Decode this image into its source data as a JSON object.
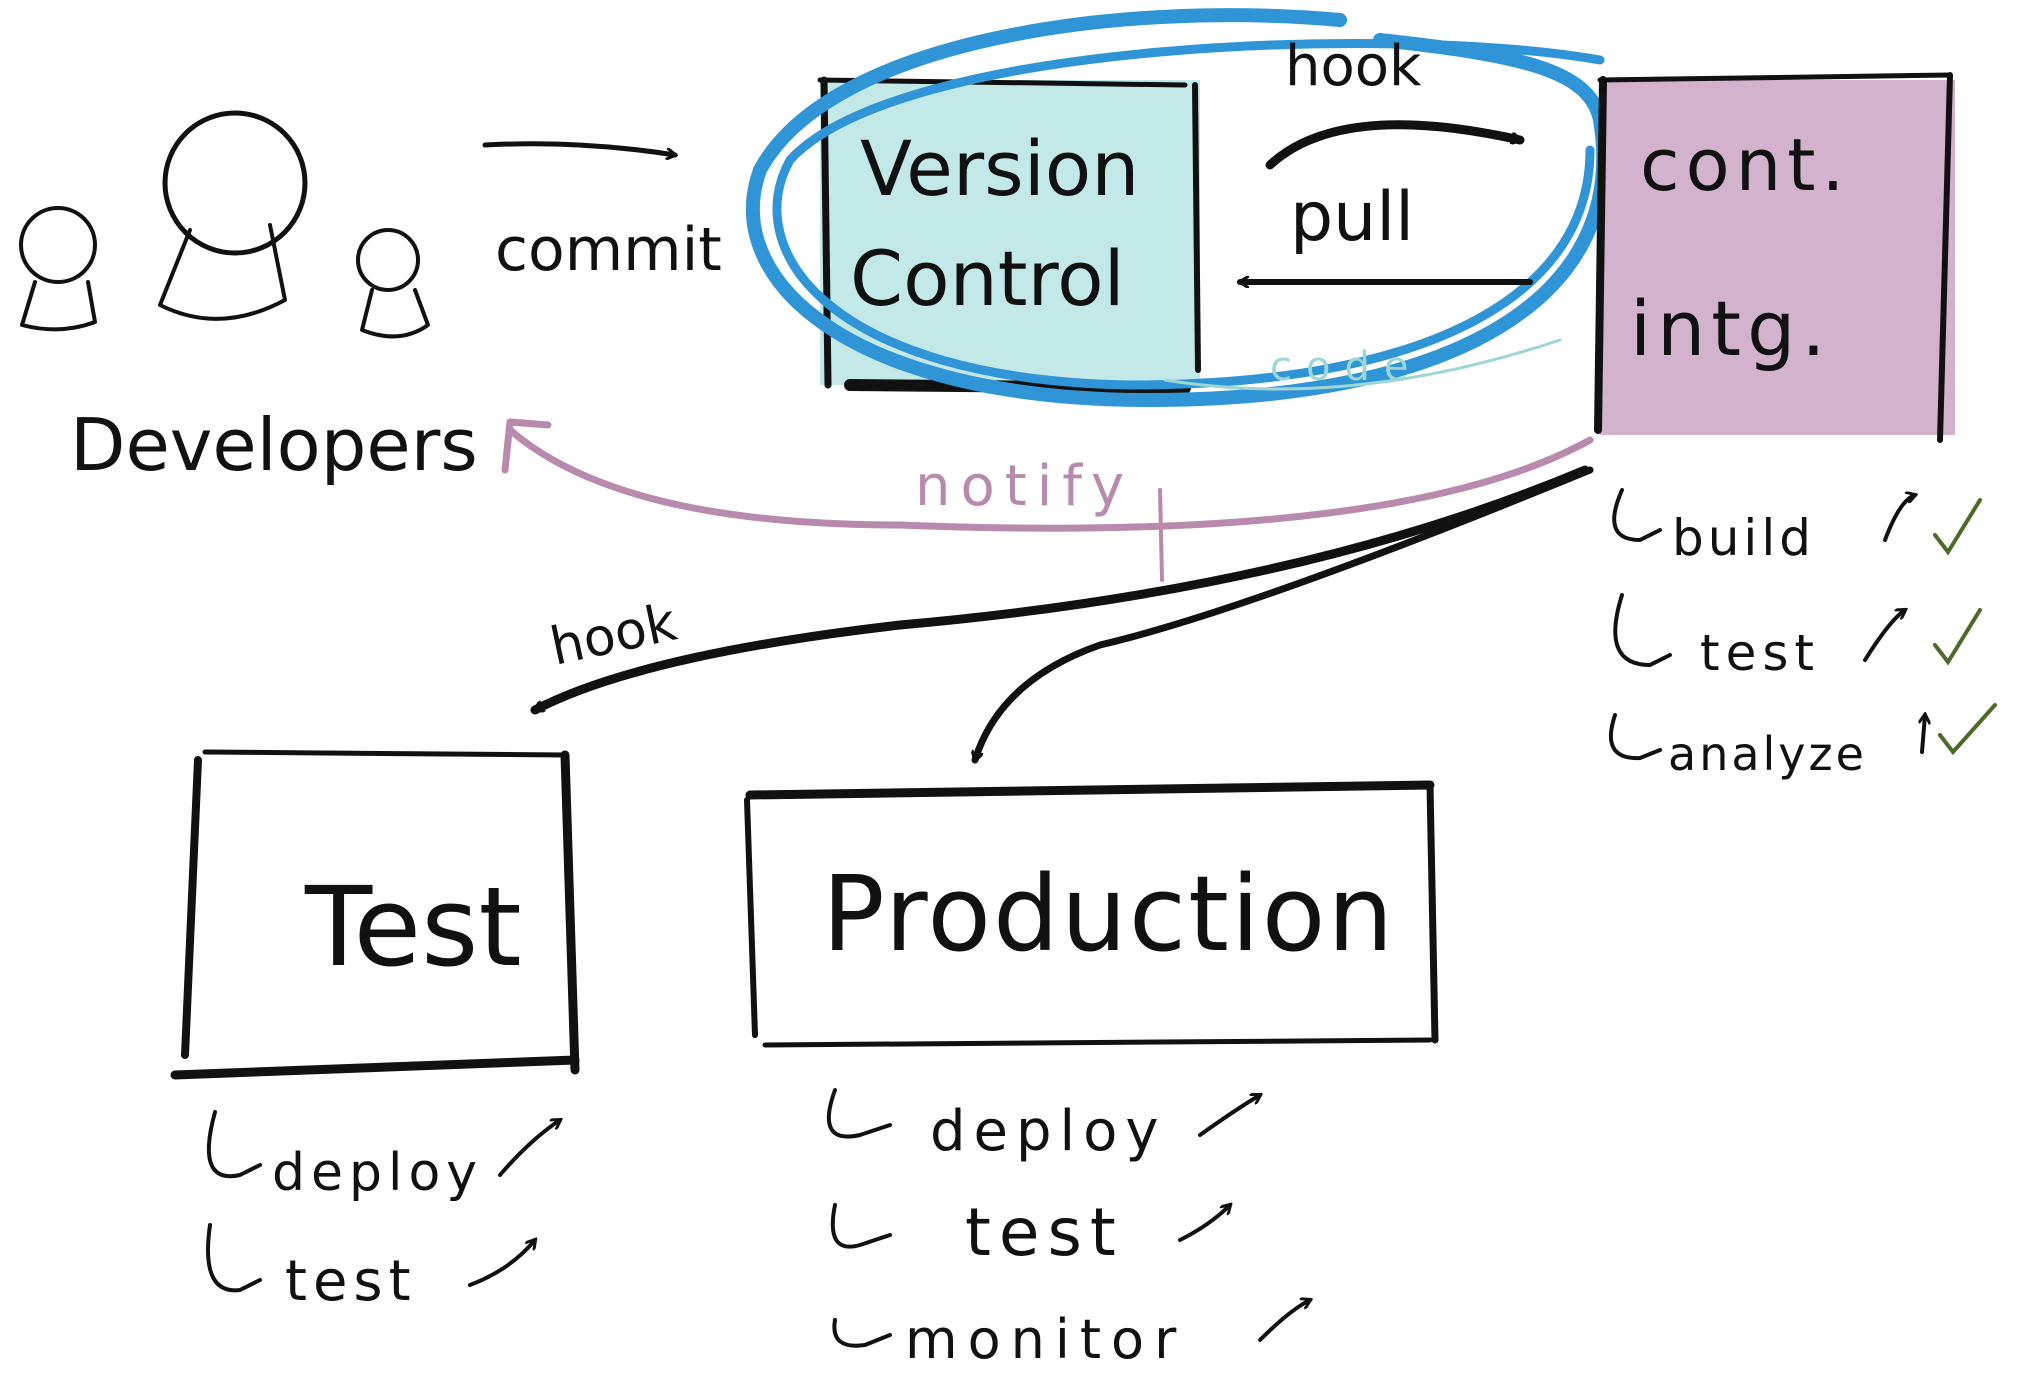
{
  "developers": {
    "label": "Developers",
    "head_color": "#fbe3c4",
    "edge_label": "commit"
  },
  "version_control": {
    "label_line1": "Version",
    "label_line2": "Control",
    "fill": "#c3e8e8"
  },
  "highlight_color": "#2f95d6",
  "continuous_integration": {
    "label_line1": "cont.",
    "label_line2": "intg.",
    "fill": "#d2b2cc",
    "steps": [
      "build",
      "test",
      "analyze"
    ],
    "check_color": "#4a6b2a"
  },
  "edges": {
    "hook_top": "hook",
    "pull": "pull",
    "code": "code",
    "code_color": "#9ed6d6",
    "notify": "notify",
    "notify_color": "#b88aae",
    "hook_test": "hook"
  },
  "test_env": {
    "label": "Test",
    "steps": [
      "deploy",
      "test"
    ]
  },
  "production_env": {
    "label": "Production",
    "steps": [
      "deploy",
      "test",
      "monitor"
    ]
  }
}
